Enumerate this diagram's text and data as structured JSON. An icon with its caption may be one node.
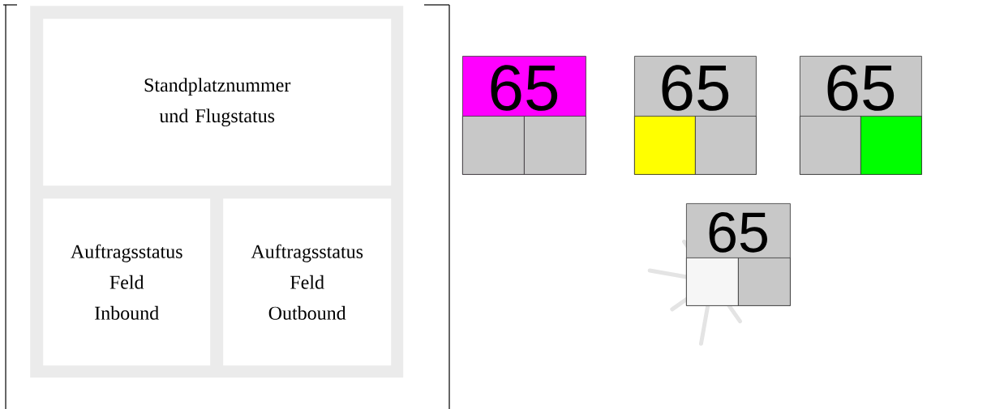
{
  "diagram": {
    "nodes": [
      {
        "text": [],
        "shape": "box"
      },
      {
        "text": [
          "Standplatznummer und Flugstatus"
        ],
        "in": 0
      },
      {
        "text": [
          "Auftragsstatus Feld Inbound"
        ],
        "in": 0
      },
      {
        "text": [
          "Auftragsstatus Feld Outbound"
        ],
        "in": 0
      },
      {
        "text": [
          "65"
        ]
      },
      {
        "text": [],
        "shape": "box",
        "in": 4
      },
      {
        "text": [],
        "shape": "box",
        "in": 4
      },
      {
        "text": [
          "65"
        ]
      },
      {
        "text": [],
        "shape": "box",
        "in": 7
      },
      {
        "text": [],
        "shape": "box",
        "in": 7
      },
      {
        "text": [
          "65"
        ]
      },
      {
        "text": [],
        "shape": "box",
        "in": 10
      },
      {
        "text": [],
        "shape": "box",
        "in": 10
      },
      {
        "text": [
          "65"
        ]
      },
      {
        "text": [],
        "shape": "box",
        "in": 13
      },
      {
        "text": [],
        "shape": "box",
        "in": 13
      }
    ]
  }
}
